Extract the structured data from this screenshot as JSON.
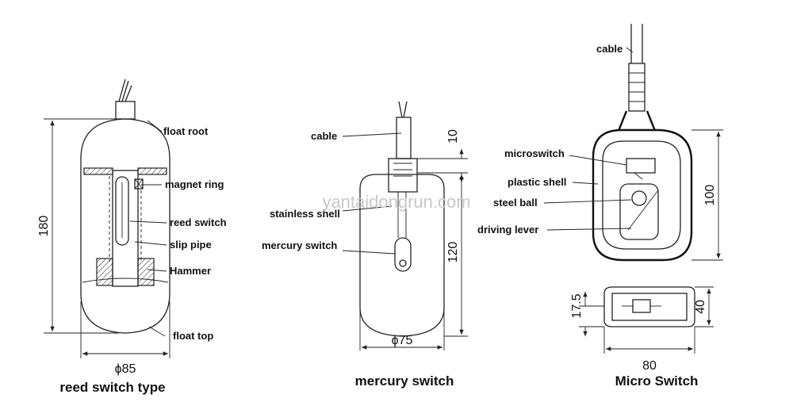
{
  "watermark": "yantaidongrun.com",
  "reed": {
    "caption": "reed switch type",
    "labels": {
      "float_root": "float root",
      "magnet_ring": "magnet ring",
      "reed_switch": "reed switch",
      "slip_pipe": "slip pipe",
      "hammer": "Hammer",
      "float_top": "float top"
    },
    "dims": {
      "height": "180",
      "diameter": "ϕ85"
    }
  },
  "mercury": {
    "caption": "mercury switch",
    "labels": {
      "cable": "cable",
      "stainless_shell": "stainless shell",
      "mercury_switch": "mercury switch"
    },
    "dims": {
      "top": "10",
      "height": "120",
      "diameter": "ϕ75"
    }
  },
  "micro": {
    "caption": "Micro Switch",
    "labels": {
      "cable": "cable",
      "microswitch": "microswitch",
      "plastic_shell": "plastic shell",
      "steel_ball": "steel ball",
      "driving_lever": "driving lever"
    },
    "dims": {
      "height": "100",
      "thickness": "40",
      "offset": "17.5",
      "width": "80"
    }
  }
}
